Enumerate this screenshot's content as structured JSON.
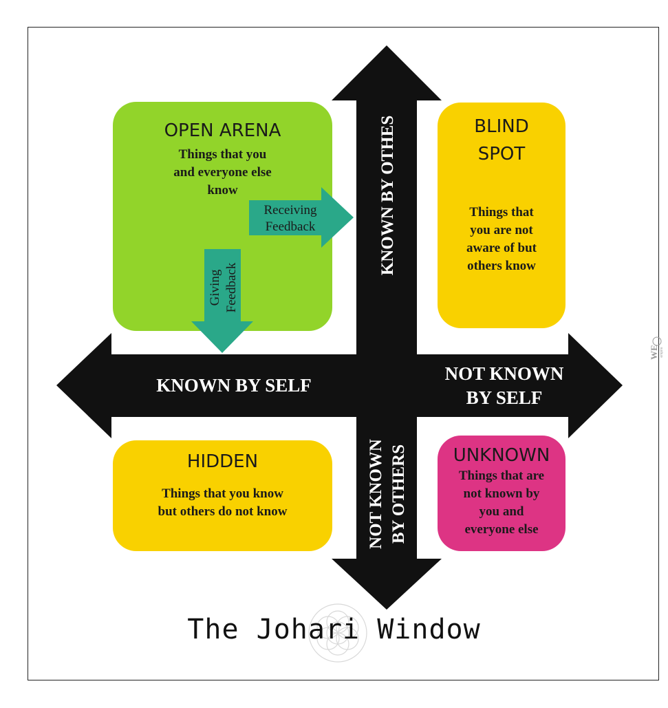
{
  "title": "The Johari Window",
  "quadrants": {
    "open": {
      "title_lines": [
        "OPEN ARENA"
      ],
      "desc_lines": [
        "Things that you",
        "and everyone else",
        "know"
      ],
      "color": "#92d42a"
    },
    "blind": {
      "title_lines": [
        "BLIND",
        "SPOT"
      ],
      "desc_lines": [
        "Things that",
        "you are not",
        "aware of but",
        "others know"
      ],
      "color": "#f9d100"
    },
    "hidden": {
      "title_lines": [
        "HIDDEN"
      ],
      "desc_lines": [
        "Things that you know",
        "but others do not know"
      ],
      "color": "#f9d100"
    },
    "unknown": {
      "title_lines": [
        "UNKNOWN"
      ],
      "desc_lines": [
        "Things that are",
        "not known by",
        "you and",
        "everyone else"
      ],
      "color": "#dd3484"
    }
  },
  "axes": {
    "top": "KNOWN BY OTHES",
    "bottom_lines": [
      "NOT KNOWN",
      "BY OTHERS"
    ],
    "left": "KNOWN BY SELF",
    "right_lines": [
      "NOT KNOWN",
      "BY SELF"
    ]
  },
  "feedback": {
    "receiving_lines": [
      "Receiving",
      "Feedback"
    ],
    "giving_lines": [
      "Giving",
      "Feedback"
    ],
    "color": "#2aa889"
  },
  "watermark": {
    "text": "WE",
    "subtext": "empire"
  }
}
